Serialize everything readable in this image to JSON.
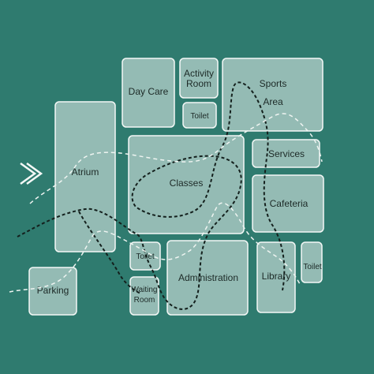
{
  "rooms": {
    "day_care": {
      "lines": [
        "Day Care"
      ]
    },
    "activity_room": {
      "lines": [
        "Activity",
        "Room"
      ]
    },
    "sports_area": {
      "lines": [
        "Sports",
        "Area"
      ]
    },
    "toilet_top": {
      "lines": [
        "Toilet"
      ]
    },
    "atrium": {
      "lines": [
        "Atrium"
      ]
    },
    "classes": {
      "lines": [
        "Classes"
      ]
    },
    "services": {
      "lines": [
        "Services"
      ]
    },
    "cafeteria": {
      "lines": [
        "Cafeteria"
      ]
    },
    "toilet_mid": {
      "lines": [
        "Toilet"
      ]
    },
    "administration": {
      "lines": [
        "Administration"
      ]
    },
    "library": {
      "lines": [
        "Library"
      ]
    },
    "toilet_right": {
      "lines": [
        "Toilet"
      ]
    },
    "parking": {
      "lines": [
        "Parking"
      ]
    },
    "waiting_room": {
      "lines": [
        "Waiting",
        "Room"
      ]
    }
  },
  "icons": {
    "entrance": "double-chevron-right-icon"
  },
  "colors": {
    "background": "#2f7b6f",
    "room_fill": "#e8f0ec",
    "room_stroke": "#f4f8f6",
    "path_dark": "#14201d",
    "path_light": "#eef4f1"
  }
}
